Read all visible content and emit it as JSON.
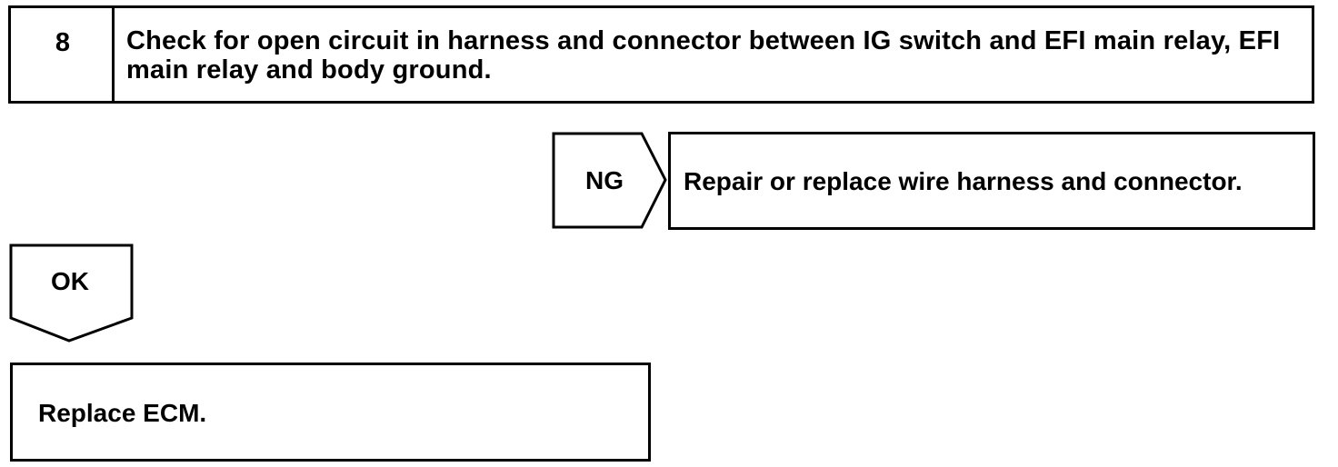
{
  "step": {
    "number": "8",
    "title": "Check for open circuit in harness and connector between IG switch and EFI main relay, EFI main relay and body ground."
  },
  "ng_branch": {
    "label": "NG",
    "action": "Repair or replace wire harness and connector."
  },
  "ok_branch": {
    "label": "OK",
    "action": "Replace ECM."
  }
}
